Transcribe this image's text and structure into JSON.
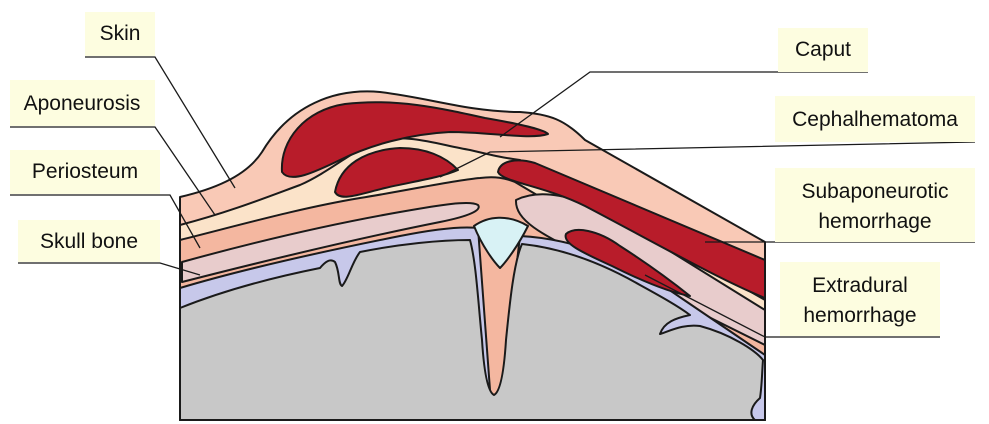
{
  "labels": {
    "skin": "Skin",
    "aponeurosis": "Aponeurosis",
    "periosteum": "Periosteum",
    "skull_bone": "Skull bone",
    "caput": "Caput",
    "cephalhematoma": "Cephalhematoma",
    "subaponeurotic_line1": "Subaponeurotic",
    "subaponeurotic_line2": "hemorrhage",
    "extradural_line1": "Extradural",
    "extradural_line2": "hemorrhage"
  },
  "colors": {
    "label_background": "#fdfde0",
    "skin": "#f9c9b6",
    "aponeurosis_layer": "#fbe3c9",
    "periosteum_layer": "#f4b7a0",
    "loose_tissue": "#e8cccc",
    "inner_table": "#c7c8ea",
    "bone": "#c8c8c8",
    "hemorrhage": "#b81c2a",
    "suture_fontanelle": "#d8f2f5"
  }
}
